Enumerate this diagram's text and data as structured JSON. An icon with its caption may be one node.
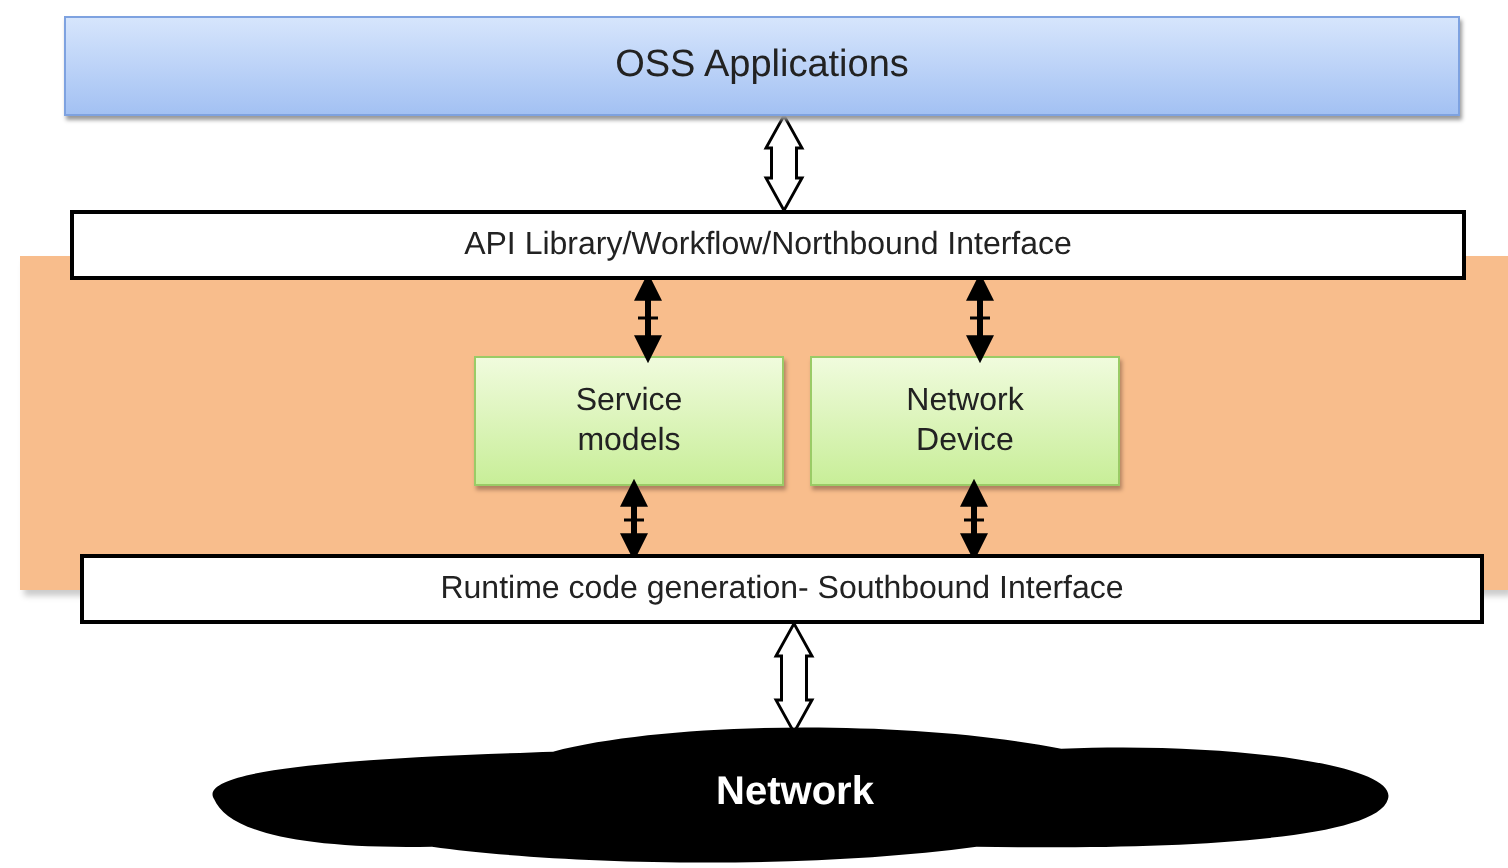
{
  "diagram": {
    "nodes": [
      {
        "text": [
          "OSS Applications"
        ]
      },
      {
        "text": [
          "API Library/Workflow/Northbound Interface"
        ]
      },
      {
        "text": [],
        "shape": "box"
      },
      {
        "text": [
          "Service models"
        ],
        "in": 2
      },
      {
        "text": [
          "Network Device"
        ],
        "in": 2
      },
      {
        "text": [
          "Runtime code generation- Southbound Interface"
        ]
      },
      {
        "text": [
          "Network"
        ]
      }
    ],
    "edges": [
      {
        "from": 0,
        "to": 1,
        "arrow": "both",
        "style": "thick"
      },
      {
        "from": 1,
        "to": 3,
        "arrow": "both"
      },
      {
        "from": 1,
        "to": 4,
        "arrow": "both"
      },
      {
        "from": 3,
        "to": 5,
        "arrow": "both"
      },
      {
        "from": 4,
        "to": 5,
        "arrow": "both"
      },
      {
        "from": 5,
        "to": 6,
        "arrow": "both",
        "style": "thick"
      }
    ]
  }
}
